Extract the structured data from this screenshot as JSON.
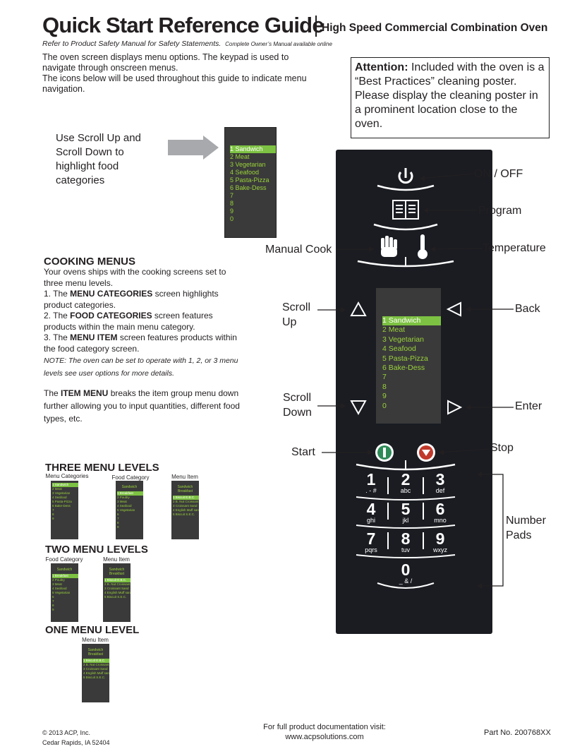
{
  "header": {
    "title": "Quick Start Reference Guide",
    "subtitle": "High Speed Commercial Combination Oven",
    "refer": "Refer to Product Safety Manual for Safety Statements.",
    "refer_small": "Complete Owner’s Manual available online"
  },
  "intro": {
    "line1": "The oven screen displays menu options. The keypad is used to navigate through onscreen menus.",
    "line2": "The icons below will be used throughout this guide to indicate menu navigation."
  },
  "attention": {
    "label": "Attention:",
    "text": " Included with the oven is a “Best Practices” cleaning poster. Please display the cleaning poster in a prominent location close to the oven."
  },
  "scroll_note": "Use Scroll Up and Scroll Down to highlight food categories",
  "menu_items": [
    "1 Sandwich",
    "2 Meat",
    "3 Vegetarian",
    "4 Seafood",
    "5 Pasta-Pizza",
    "6 Bake-Dess",
    "7",
    "8",
    "9",
    "0"
  ],
  "cooking": {
    "heading": "COOKING MENUS",
    "p1": "Your ovens ships with the cooking screens set to three menu levels.",
    "i1_pre": "1. The ",
    "i1_b": "MENU CATEGORIES",
    "i1_post": " screen highlights product categories.",
    "i2_pre": "2. The ",
    "i2_b": "FOOD CATEGORIES",
    "i2_post": " screen features products within the main menu category.",
    "i3_pre": "3.  The ",
    "i3_b": "MENU ITEM",
    "i3_post": " screen features products within the food category screen.",
    "note": "NOTE: The oven can be set to operate with 1, 2, or 3 menu levels see user options for more details.",
    "item_pre": "The ",
    "item_b": "ITEM MENU",
    "item_post": " breaks the item group menu down further allowing you to input quantities, different food types, etc."
  },
  "levels": {
    "three": "THREE MENU LEVELS",
    "two": "TWO MENU LEVELS",
    "one": "ONE MENU LEVEL",
    "col_menu_categories": "Menu Categories",
    "col_food_category": "Food Category",
    "col_menu_item": "Menu Item",
    "hdr_sandwich": "Sandwich",
    "hdr_breakfast": "Breakfast",
    "food_items": [
      "1 Breakfast",
      "2 Poultry",
      "3 Meat",
      "4 Seafood",
      "5 Vegetarian",
      "6",
      "7",
      "8",
      "9"
    ],
    "item_items": [
      "1 Biscuit E.B.C.",
      "2 B. Nut Croissant",
      "3 Croissant Sand",
      "4 English Muff san",
      "5 Biscuit S.E.C."
    ],
    "cat_items": [
      "1 Sandwich",
      "2 Meat",
      "3 Vegetarian",
      "4 Seafood",
      "5 Pasta-Pizza",
      "6 Bake-Dess",
      "7",
      "8",
      "9"
    ]
  },
  "panel": {
    "on_off": "ON / OFF",
    "program": "Program",
    "manual_cook": "Manual Cook",
    "temperature": "Temperature",
    "scroll_up": "Scroll Up",
    "scroll_down": "Scroll Down",
    "back": "Back",
    "enter": "Enter",
    "start": "Start",
    "stop": "Stop",
    "number_pads": "Number Pads",
    "keys": [
      {
        "n": "1",
        "l": ". - #"
      },
      {
        "n": "2",
        "l": "abc"
      },
      {
        "n": "3",
        "l": "def"
      },
      {
        "n": "4",
        "l": "ghi"
      },
      {
        "n": "5",
        "l": "jkl"
      },
      {
        "n": "6",
        "l": "mno"
      },
      {
        "n": "7",
        "l": "pqrs"
      },
      {
        "n": "8",
        "l": "tuv"
      },
      {
        "n": "9",
        "l": "wxyz"
      },
      {
        "n": "0",
        "l": "_ & /"
      }
    ]
  },
  "footer": {
    "copyright": "© 2013 ACP, Inc.",
    "address": "Cedar Rapids, IA 52404",
    "doc_line1": "For full product documentation visit:",
    "doc_line2": "www.acpsolutions.com",
    "part": "Part No. 200768XX"
  },
  "colors": {
    "accent_green": "#7dc242",
    "panel_bg": "#1a1c22",
    "start_green": "#2e8b57",
    "stop_red": "#c0392b"
  }
}
